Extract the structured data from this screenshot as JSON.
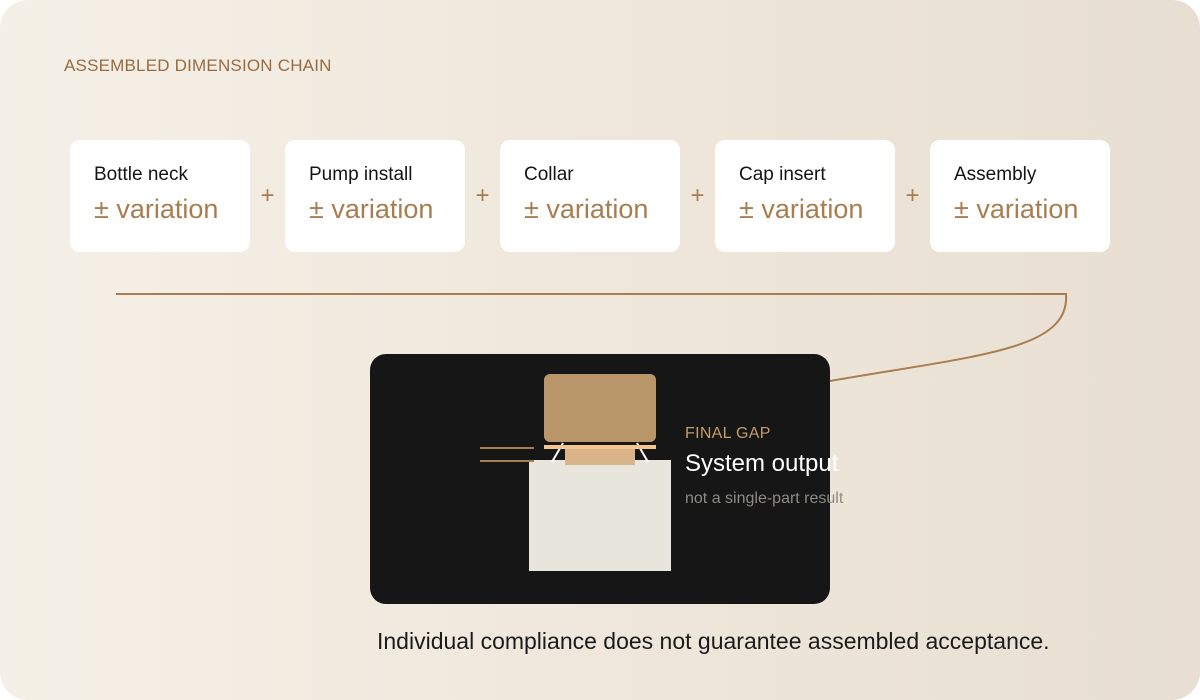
{
  "header": {
    "label": "ASSEMBLED DIMENSION CHAIN"
  },
  "chain": {
    "operator": "+",
    "stages": [
      {
        "name": "Bottle neck",
        "variation": "± variation"
      },
      {
        "name": "Pump install",
        "variation": "± variation"
      },
      {
        "name": "Collar",
        "variation": "± variation"
      },
      {
        "name": "Cap insert",
        "variation": "± variation"
      },
      {
        "name": "Assembly",
        "variation": "± variation"
      }
    ]
  },
  "output": {
    "label": "FINAL GAP",
    "title": "System output",
    "subtitle": "not a single-part result"
  },
  "footnote": "Individual compliance does not guarantee assembled acceptance.",
  "colors": {
    "accent": "#a87d4f",
    "card_dark": "#161616",
    "cap": "#b8966a",
    "collar": "#d9b48a",
    "gap_band": "#f3c48f",
    "bottle": "#e8e5dd"
  }
}
